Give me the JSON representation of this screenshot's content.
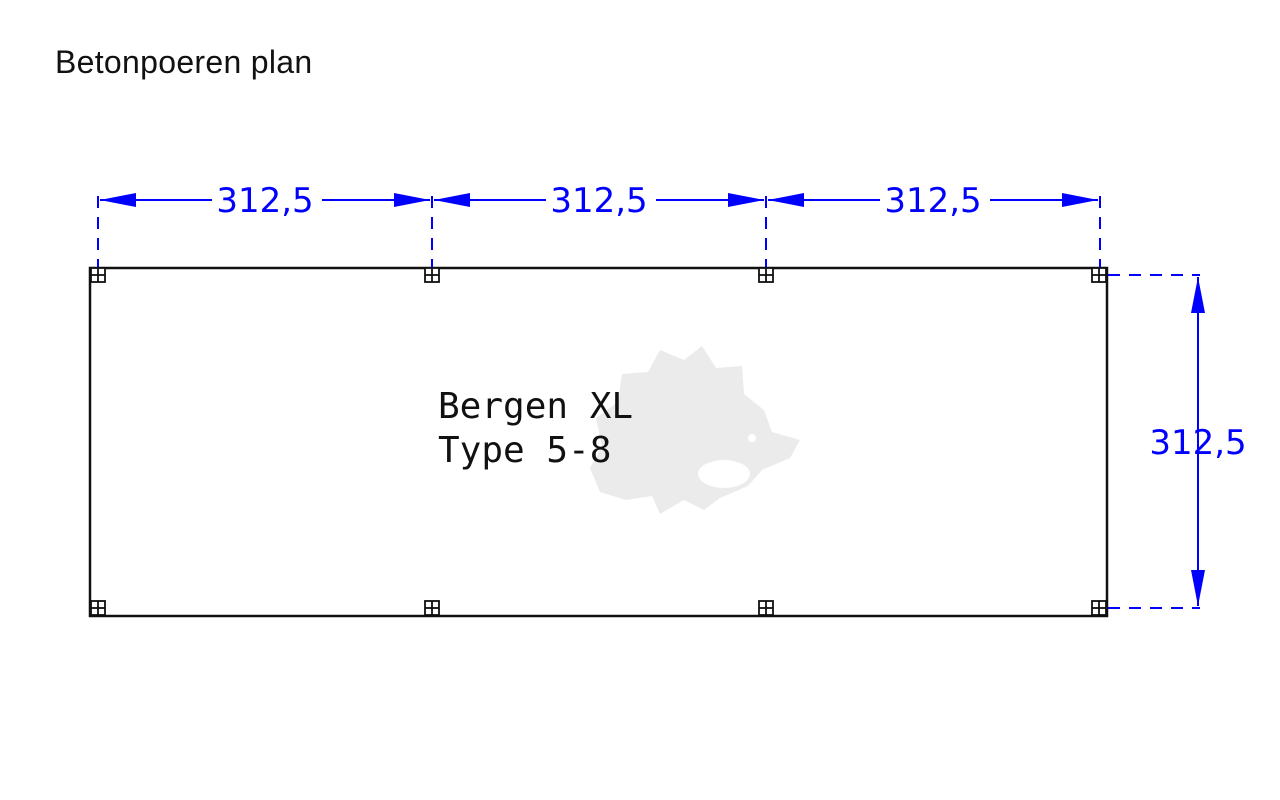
{
  "title": "Betonpoeren plan",
  "model": {
    "name": "Bergen XL",
    "type": "Type 5-8"
  },
  "dimensions": {
    "spans": [
      "312,5",
      "312,5",
      "312,5"
    ],
    "depth": "312,5"
  },
  "colors": {
    "dimension": "#0000ff",
    "outline": "#111111",
    "watermark": "#ebebeb"
  },
  "icons": {
    "watermark": "hedgehog-icon",
    "post": "square-post-icon"
  }
}
